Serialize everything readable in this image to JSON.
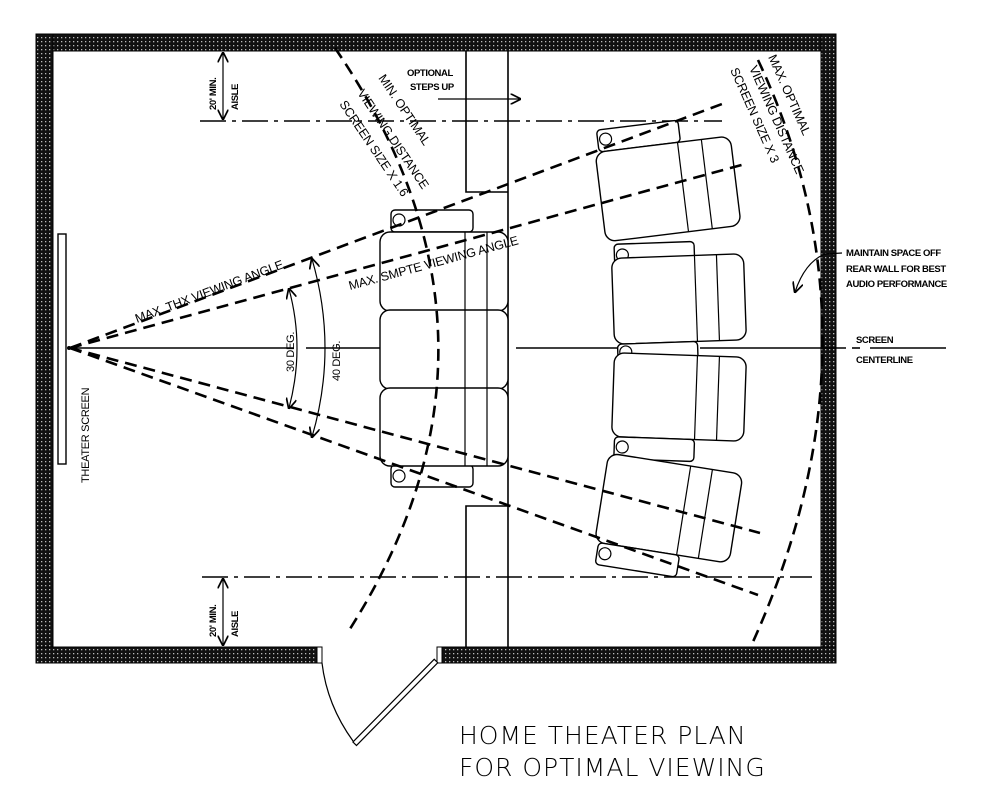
{
  "title": {
    "line1": "HOME THEATER PLAN",
    "line2": "FOR OPTIMAL VIEWING"
  },
  "labels": {
    "theater_screen": "THEATER SCREEN",
    "aisle_top_dim": "20' MIN.",
    "aisle_top_word": "AISLE",
    "aisle_bottom_dim": "20' MIN.",
    "aisle_bottom_word": "AISLE",
    "steps_line1": "OPTIONAL",
    "steps_line2": "STEPS UP",
    "min_optimal_line1": "MIN. OPTIMAL",
    "min_optimal_line2": "VIEWING DISTANCE",
    "min_optimal_line3": "SCREEN SIZE X 1.6",
    "max_optimal_line1": "MAX. OPTIMAL",
    "max_optimal_line2": "VIEWING DISTANCE",
    "max_optimal_line3": "SCREEN SIZE X 3",
    "thx_angle": "MAX. THX VIEWING ANGLE",
    "smpte_angle": "MAX. SMPTE VIEWING ANGLE",
    "angle_30": "30 DEG.",
    "angle_40": "40 DEG.",
    "rear_wall_line1": "MAINTAIN SPACE OFF",
    "rear_wall_line2": "REAR WALL FOR BEST",
    "rear_wall_line3": "AUDIO PERFORMANCE",
    "centerline_line1": "SCREEN",
    "centerline_line2": "CENTERLINE"
  },
  "elements": {
    "front_row": "sofa-3-seat",
    "rear_row": "recliners-4-seat",
    "thx_angle_deg": 40,
    "smpte_angle_deg": 30,
    "min_distance_factor": 1.6,
    "max_distance_factor": 3
  }
}
